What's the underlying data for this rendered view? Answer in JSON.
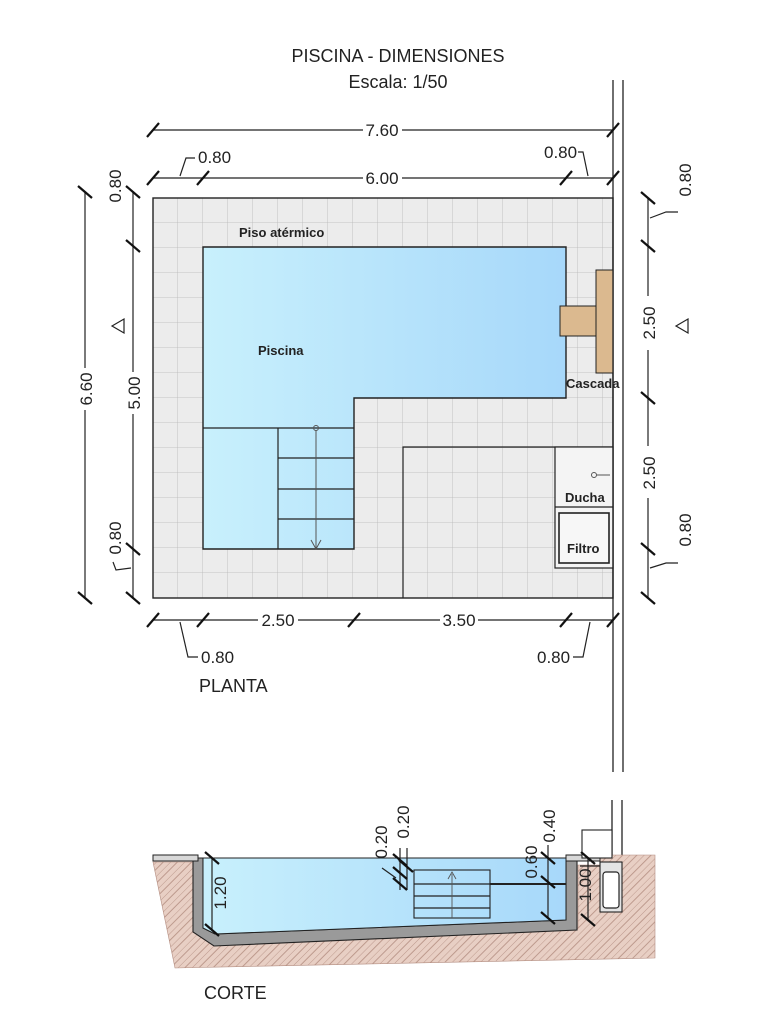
{
  "title": "PISCINA - DIMENSIONES",
  "scale": "Escala: 1/50",
  "plan": {
    "caption": "PLANTA",
    "labels": {
      "floor": "Piso atérmico",
      "pool": "Piscina",
      "cascade": "Cascada",
      "shower": "Ducha",
      "filter": "Filtro"
    },
    "dims": {
      "total_width": "7.60",
      "inner_width": "6.00",
      "margin_top_left": "0.80",
      "margin_top_right": "0.80",
      "bottom_left": "2.50",
      "bottom_right": "3.50",
      "margin_bottom_left": "0.80",
      "margin_bottom_right": "0.80",
      "total_height": "6.60",
      "inner_height": "5.00",
      "margin_left_top": "0.80",
      "margin_left_bottom": "0.80",
      "right_top": "0.80",
      "right_mid1": "2.50",
      "right_mid2": "2.50",
      "right_bottom": "0.80"
    }
  },
  "section": {
    "caption": "CORTE",
    "dims": {
      "depth_left": "1.20",
      "step_a": "0.20",
      "step_b": "0.20",
      "right_top": "0.40",
      "right_mid": "0.60",
      "right_deep": "1.00"
    }
  },
  "colors": {
    "water_light": "#c8f0fc",
    "water_dark": "#a7d8fa",
    "tile": "#ececec",
    "tile_grid": "#b8b8b8",
    "wood": "#dbb98f",
    "earth": "#e8cfc4",
    "concrete": "#9a9a9a"
  }
}
